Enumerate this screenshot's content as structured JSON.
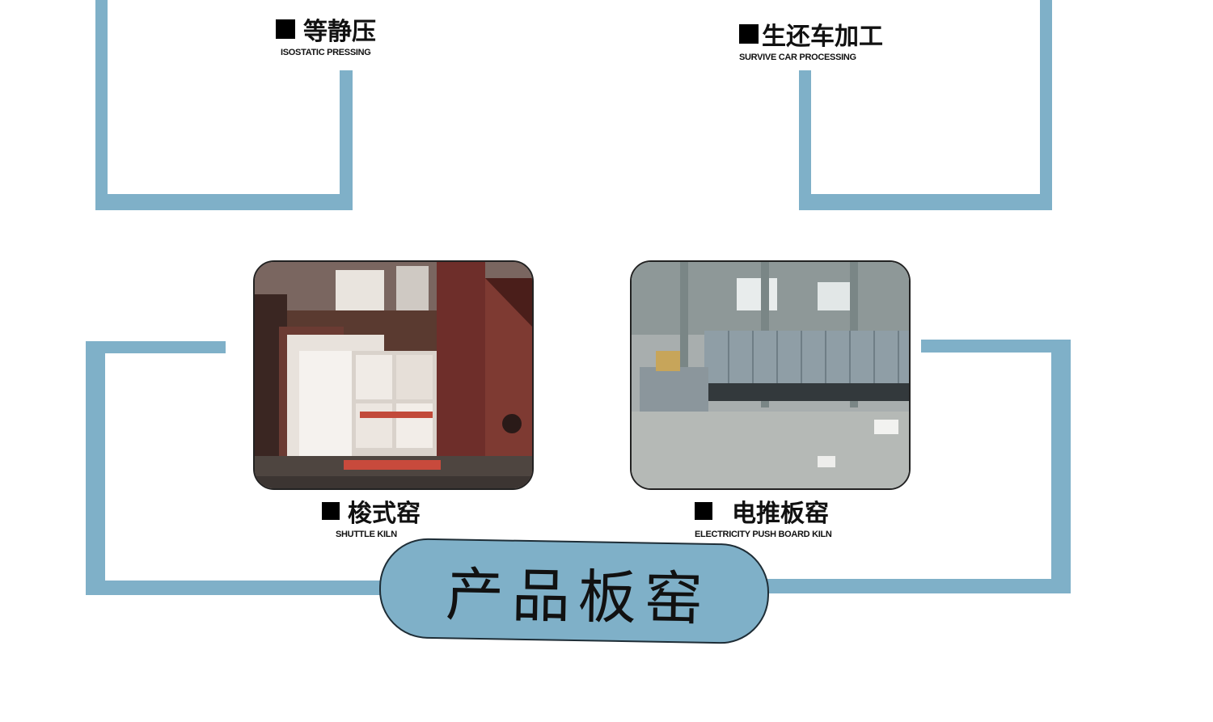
{
  "colors": {
    "frame": "#7fb0c8",
    "pill": "#7fb0c8",
    "text": "#111111"
  },
  "labels": {
    "isostatic": {
      "cn": "等静压",
      "en": "ISOSTATIC PRESSING"
    },
    "survive": {
      "cn": "生还车加工",
      "en": "SURVIVE CAR PROCESSING"
    },
    "shuttle": {
      "cn": "梭式窑",
      "en": "SHUTTLE KILN"
    },
    "pushboard": {
      "cn": "电推板窑",
      "en": "ELECTRICITY PUSH BOARD KILN"
    }
  },
  "title": "产品板窑",
  "photos": {
    "shuttle_kiln": "shuttle-kiln-photo",
    "push_board_kiln": "push-board-kiln-photo"
  }
}
